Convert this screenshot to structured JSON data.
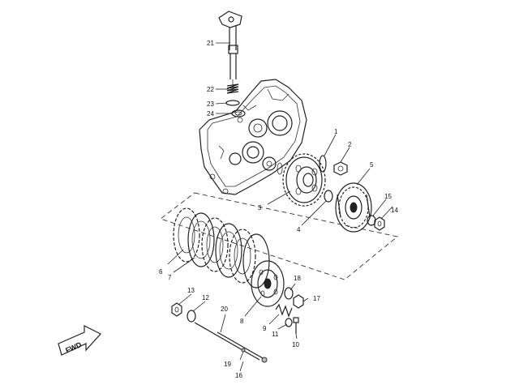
{
  "diagram": {
    "callouts": [
      "1",
      "2",
      "3",
      "4",
      "5",
      "6",
      "7",
      "8",
      "9",
      "10",
      "11",
      "12",
      "13",
      "14",
      "15",
      "16",
      "17",
      "18",
      "19",
      "20",
      "21",
      "22",
      "23",
      "24"
    ],
    "fwd_label": "FWD"
  }
}
